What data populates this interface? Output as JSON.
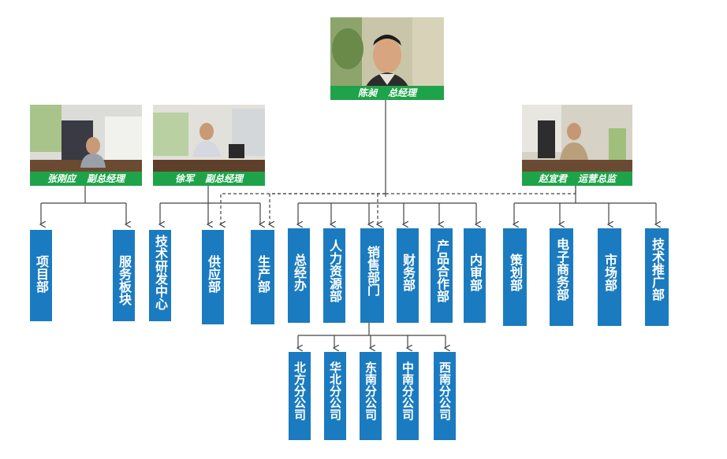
{
  "executives": {
    "ceo": {
      "name": "陈昶",
      "title": "总经理"
    },
    "vp_left1": {
      "name": "张刚应",
      "title": "副总经理"
    },
    "vp_left2": {
      "name": "徐军",
      "title": "副总经理"
    },
    "coo": {
      "name": "赵宜君",
      "title": "运营总监"
    }
  },
  "departments": [
    "项目部",
    "服务板块",
    "技术研发中心",
    "供应部",
    "生产部",
    "总经办",
    "人力资源部",
    "销售部门",
    "财务部",
    "产品合作部",
    "内审部",
    "策划部",
    "电子商务部",
    "市场部",
    "技术推广部"
  ],
  "branches": [
    "北方分公司",
    "华北分公司",
    "东南分公司",
    "中南分公司",
    "西南分公司"
  ],
  "colors": {
    "dept_box": "#1b7bc0",
    "caption_bar": "#1fa34a",
    "line": "#444444"
  }
}
